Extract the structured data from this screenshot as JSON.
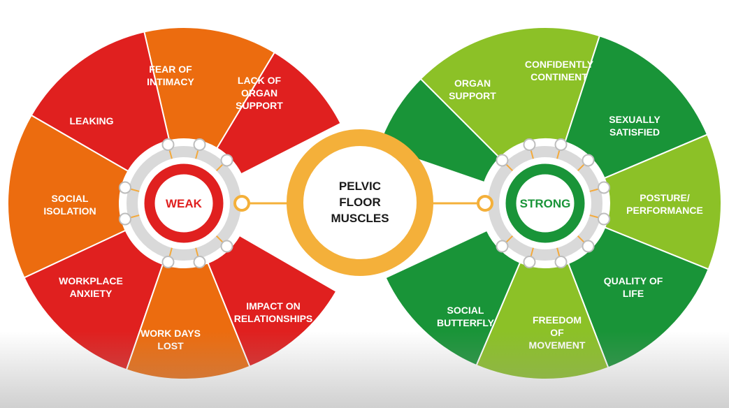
{
  "colors": {
    "red": "#e0201f",
    "orange": "#ec6c0f",
    "dark_green": "#199438",
    "light_green": "#8cc127",
    "center_ring": "#f4b03a",
    "connector_ring": "#d9d9d9"
  },
  "center": {
    "line1": "PELVIC",
    "line2": "FLOOR",
    "line3": "MUSCLES"
  },
  "weak": {
    "label": "WEAK",
    "segments": [
      {
        "lines": [
          "FEAR OF",
          "INTIMACY"
        ],
        "color": "orange"
      },
      {
        "lines": [
          "LACK OF",
          "ORGAN",
          "SUPPORT"
        ],
        "color": "red"
      },
      {
        "lines": [
          "LEAKING"
        ],
        "color": "red"
      },
      {
        "lines": [
          "SOCIAL",
          "ISOLATION"
        ],
        "color": "orange"
      },
      {
        "lines": [
          "WORKPLACE",
          "ANXIETY"
        ],
        "color": "red"
      },
      {
        "lines": [
          "WORK DAYS",
          "LOST"
        ],
        "color": "orange"
      },
      {
        "lines": [
          "IMPACT ON",
          "RELATIONSHIPS"
        ],
        "color": "red"
      }
    ]
  },
  "strong": {
    "label": "STRONG",
    "segments": [
      {
        "lines": [
          "ORGAN",
          "SUPPORT"
        ],
        "color": "dark_green"
      },
      {
        "lines": [
          "CONFIDENTLY",
          "CONTINENT"
        ],
        "color": "light_green"
      },
      {
        "lines": [
          "SEXUALLY",
          "SATISFIED"
        ],
        "color": "dark_green"
      },
      {
        "lines": [
          "POSTURE/",
          "PERFORMANCE"
        ],
        "color": "light_green"
      },
      {
        "lines": [
          "QUALITY OF",
          "LIFE"
        ],
        "color": "dark_green"
      },
      {
        "lines": [
          "FREEDOM",
          "OF",
          "MOVEMENT"
        ],
        "color": "light_green"
      },
      {
        "lines": [
          "SOCIAL",
          "BUTTERFLY"
        ],
        "color": "dark_green"
      }
    ]
  }
}
